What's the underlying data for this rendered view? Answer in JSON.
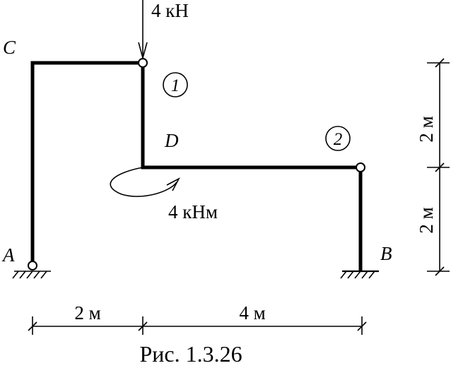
{
  "figure": {
    "caption": "Рис. 1.3.26"
  },
  "points": {
    "A": "A",
    "B": "B",
    "C": "C",
    "D": "D"
  },
  "circled_labels": {
    "one": "1",
    "two": "2"
  },
  "loads": {
    "force": "4 кН",
    "moment": "4 кНм"
  },
  "dimensions": {
    "horizontal_left": "2 м",
    "horizontal_right": "4 м",
    "vertical_top": "2 м",
    "vertical_bottom": "2 м"
  }
}
